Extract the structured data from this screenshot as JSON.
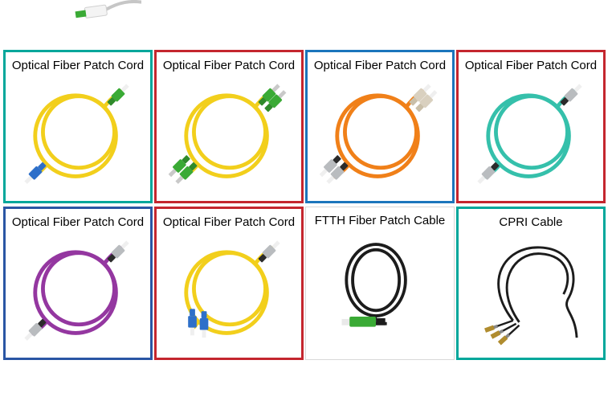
{
  "page": {
    "background_color": "#ffffff"
  },
  "top_partial": {
    "description": "cropped-fiber-connector-at-top-edge",
    "cable_color": "#c6c6c6",
    "body_color": "#f4f4f4",
    "tip_color": "#3aaa35"
  },
  "cards": [
    {
      "title": "Optical Fiber Patch Cord",
      "border_color": "#00a79b",
      "border_width": "3px",
      "illustration": {
        "type": "coil",
        "cable_color": "#f2cf1c",
        "end_a": {
          "position": "top-right",
          "count": 1,
          "color": "#3aaa35",
          "tip": "#efefef",
          "boot": "#2f8a2b"
        },
        "end_b": {
          "position": "bottom-left",
          "count": 1,
          "color": "#2d6fc9",
          "tip": "#efefef",
          "boot": "#2d6fc9"
        }
      }
    },
    {
      "title": "Optical Fiber Patch Cord",
      "border_color": "#c4262e",
      "border_width": "3px",
      "illustration": {
        "type": "coil",
        "cable_color": "#f2cf1c",
        "end_a": {
          "position": "top-right",
          "count": 2,
          "color": "#3aaa35",
          "tip": "#c9c9c9",
          "boot": "#2f8a2b"
        },
        "end_b": {
          "position": "bottom-left",
          "count": 2,
          "color": "#3aaa35",
          "tip": "#c9c9c9",
          "boot": "#2f8a2b"
        }
      }
    },
    {
      "title": "Optical Fiber Patch Cord",
      "border_color": "#1b75bc",
      "border_width": "3px",
      "illustration": {
        "type": "coil",
        "cable_color": "#f08019",
        "end_a": {
          "position": "top-right",
          "count": 2,
          "color": "#d9d0bf",
          "tip": "#efefef",
          "boot": "#c9bfa9"
        },
        "end_b": {
          "position": "bottom-left",
          "count": 2,
          "color": "#b9bcbf",
          "tip": "#efefef",
          "boot": "#2b2b2b"
        }
      }
    },
    {
      "title": "Optical Fiber Patch Cord",
      "border_color": "#c4262e",
      "border_width": "3px",
      "illustration": {
        "type": "coil",
        "cable_color": "#35c0ab",
        "end_a": {
          "position": "top-right",
          "count": 1,
          "color": "#b9bcbf",
          "tip": "#efefef",
          "boot": "#2b2b2b"
        },
        "end_b": {
          "position": "bottom-left",
          "count": 1,
          "color": "#b9bcbf",
          "tip": "#efefef",
          "boot": "#2b2b2b"
        }
      }
    },
    {
      "title": "Optical Fiber Patch Cord",
      "border_color": "#2a56a4",
      "border_width": "3px",
      "illustration": {
        "type": "coil",
        "cable_color": "#9437a0",
        "end_a": {
          "position": "top-right",
          "count": 1,
          "color": "#b9bcbf",
          "tip": "#efefef",
          "boot": "#2b2b2b"
        },
        "end_b": {
          "position": "bottom-left",
          "count": 1,
          "color": "#b9bcbf",
          "tip": "#efefef",
          "boot": "#2b2b2b"
        }
      }
    },
    {
      "title": "Optical Fiber Patch Cord",
      "border_color": "#c4262e",
      "border_width": "3px",
      "illustration": {
        "type": "coil",
        "cable_color": "#f2cf1c",
        "end_a": {
          "position": "top-right",
          "count": 1,
          "color": "#b9bcbf",
          "tip": "#efefef",
          "boot": "#2b2b2b"
        },
        "end_b": {
          "position": "bottom-left-down",
          "count": 2,
          "color": "#2d6fc9",
          "tip": "#efefef",
          "boot": "#2d6fc9"
        }
      }
    },
    {
      "title": "FTTH Fiber Patch Cable",
      "border_color": "#d8d8d8",
      "border_width": "1px",
      "illustration": {
        "type": "ftth",
        "cable_color": "#1c1c1c",
        "connector_color": "#3aaa35",
        "tip_color": "#e9e9e9"
      }
    },
    {
      "title": "CPRI Cable",
      "border_color": "#00a79b",
      "border_width": "3px",
      "illustration": {
        "type": "cpri",
        "cable_color": "#1c1c1c",
        "connector_color": "#b08c2f"
      }
    }
  ]
}
